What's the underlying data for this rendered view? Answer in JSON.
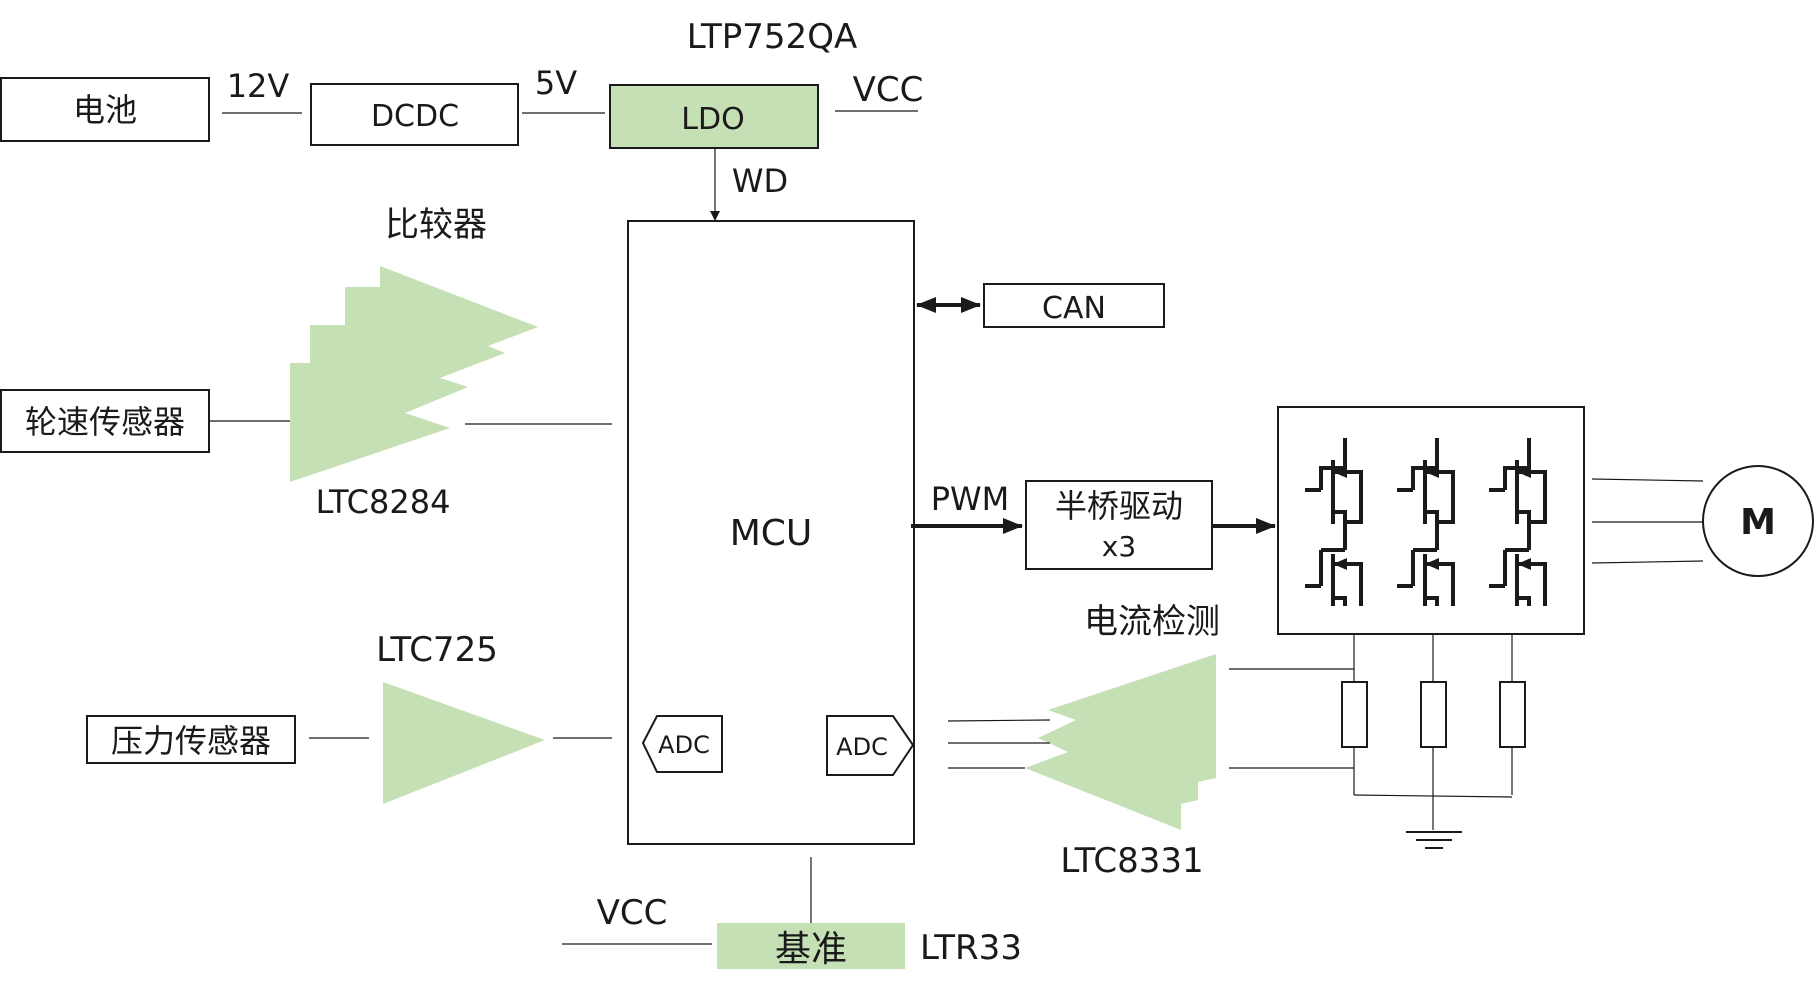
{
  "power": {
    "battery": "电池",
    "v12": "12V",
    "dcdc": "DCDC",
    "v5": "5V",
    "ldo_part": "LTP752QA",
    "ldo": "LDO",
    "vcc_top": "VCC",
    "wd": "WD"
  },
  "mcu": {
    "label": "MCU",
    "adc_left": "ADC",
    "adc_right": "ADC"
  },
  "can": "CAN",
  "comparator": {
    "title": "比较器",
    "part": "LTC8284"
  },
  "wheel_sensor": "轮速传感器",
  "pressure": {
    "sensor": "压力传感器",
    "part": "LTC725"
  },
  "drive": {
    "pwm": "PWM",
    "half_bridge_line1": "半桥驱动",
    "half_bridge_line2": "x3"
  },
  "current_sense": {
    "title": "电流检测",
    "part": "LTC8331"
  },
  "motor": "M",
  "reference": {
    "label": "基准",
    "part": "LTR33",
    "vcc": "VCC"
  },
  "colors": {
    "accent_green": "#c5e0b4",
    "stroke": "#1a1a1a"
  }
}
